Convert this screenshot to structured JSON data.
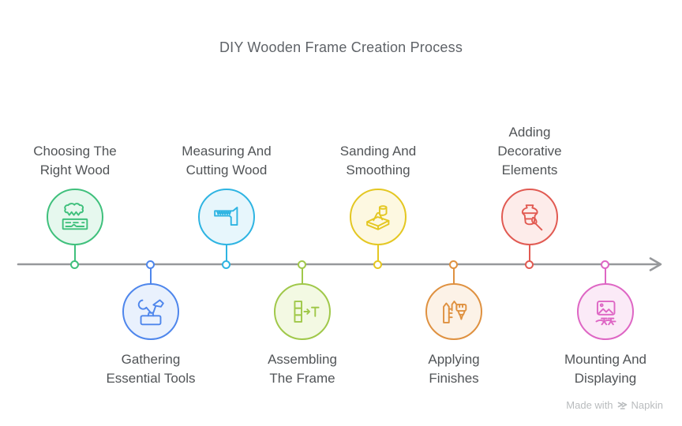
{
  "title": "DIY Wooden Frame Creation Process",
  "colors": {
    "background": "#ffffff",
    "timeline_line": "#96989b",
    "title_text": "#5f6368",
    "label_text": "#515457",
    "watermark_text": "#b9bcbe"
  },
  "timeline": {
    "direction": "left-to-right",
    "arrow": "right"
  },
  "steps": [
    {
      "order": 1,
      "label": "Choosing The\nRight Wood",
      "side": "above",
      "color": "#3fc07c",
      "fill": "#e6f8ee",
      "icon": "wood-selection-icon"
    },
    {
      "order": 2,
      "label": "Gathering\nEssential Tools",
      "side": "below",
      "color": "#4e86ec",
      "fill": "#e9f1fd",
      "icon": "tools-icon"
    },
    {
      "order": 3,
      "label": "Measuring And\nCutting Wood",
      "side": "above",
      "color": "#2eb4e2",
      "fill": "#e7f6fc",
      "icon": "carpenter-square-icon"
    },
    {
      "order": 4,
      "label": "Assembling\nThe Frame",
      "side": "below",
      "color": "#a0c84a",
      "fill": "#f3f9e3",
      "icon": "frame-assembly-icon"
    },
    {
      "order": 5,
      "label": "Sanding And\nSmoothing",
      "side": "above",
      "color": "#e4c722",
      "fill": "#fdf8e1",
      "icon": "sanding-block-icon"
    },
    {
      "order": 6,
      "label": "Applying\nFinishes",
      "side": "below",
      "color": "#df9140",
      "fill": "#fcf2e7",
      "icon": "fence-paintbrush-icon"
    },
    {
      "order": 7,
      "label": "Adding\nDecorative\nElements",
      "side": "above",
      "color": "#e15a52",
      "fill": "#fdecea",
      "icon": "vase-paintbrush-icon"
    },
    {
      "order": 8,
      "label": "Mounting And\nDisplaying",
      "side": "below",
      "color": "#de66c4",
      "fill": "#fbeaf7",
      "icon": "framed-picture-icon"
    }
  ],
  "watermark": {
    "prefix": "Made with",
    "brand": "Napkin"
  }
}
